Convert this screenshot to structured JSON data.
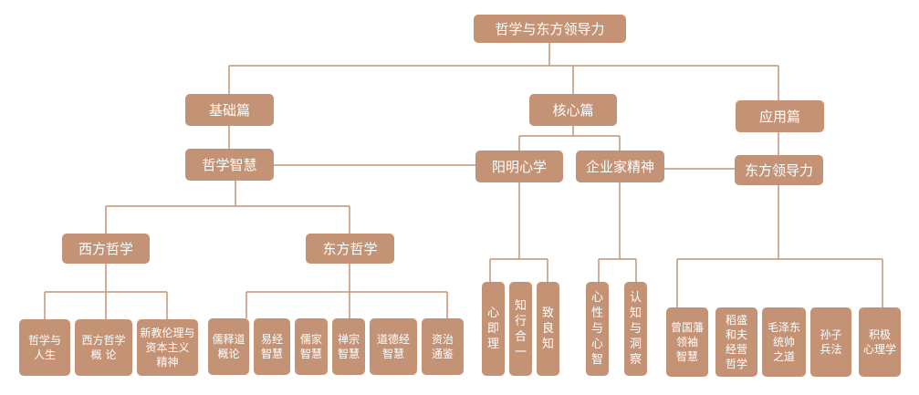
{
  "root": "哲学与东方领导力",
  "parts": {
    "basic": "基础篇",
    "core": "核心篇",
    "applied": "应用篇"
  },
  "nodes": {
    "philosophy_wisdom": "哲学智慧",
    "yangming": "阳明心学",
    "entrepreneur": "企业家精神",
    "eastern_leadership": "东方领导力",
    "western_philosophy": "西方哲学",
    "eastern_philosophy": "东方哲学"
  },
  "leaves": {
    "w1": "哲学与\n人生",
    "w2": "西方哲学\n概 论",
    "w3": "新教伦理与\n资本主义\n精神",
    "e1": "儒释道\n概论",
    "e2": "易经\n智慧",
    "e3": "儒家\n智慧",
    "e4": "禅宗\n智慧",
    "e5": "道德经\n智慧",
    "e6": "资治\n通鉴",
    "y1": "心\n即\n理",
    "y2": "知\n行\n合\n一",
    "y3": "致\n良\n知",
    "q1": "心\n性\n与\n心\n智",
    "q2": "认\n知\n与\n洞\n察",
    "l1": "曾国藩\n领袖\n智慧",
    "l2": "稻盛\n和夫\n经营\n哲学",
    "l3": "毛泽东\n统帅\n之道",
    "l4": "孙子\n兵法",
    "l5": "积极\n心理学"
  },
  "colors": {
    "box": "#c49376",
    "line": "#c49376",
    "text": "#ffffff"
  }
}
